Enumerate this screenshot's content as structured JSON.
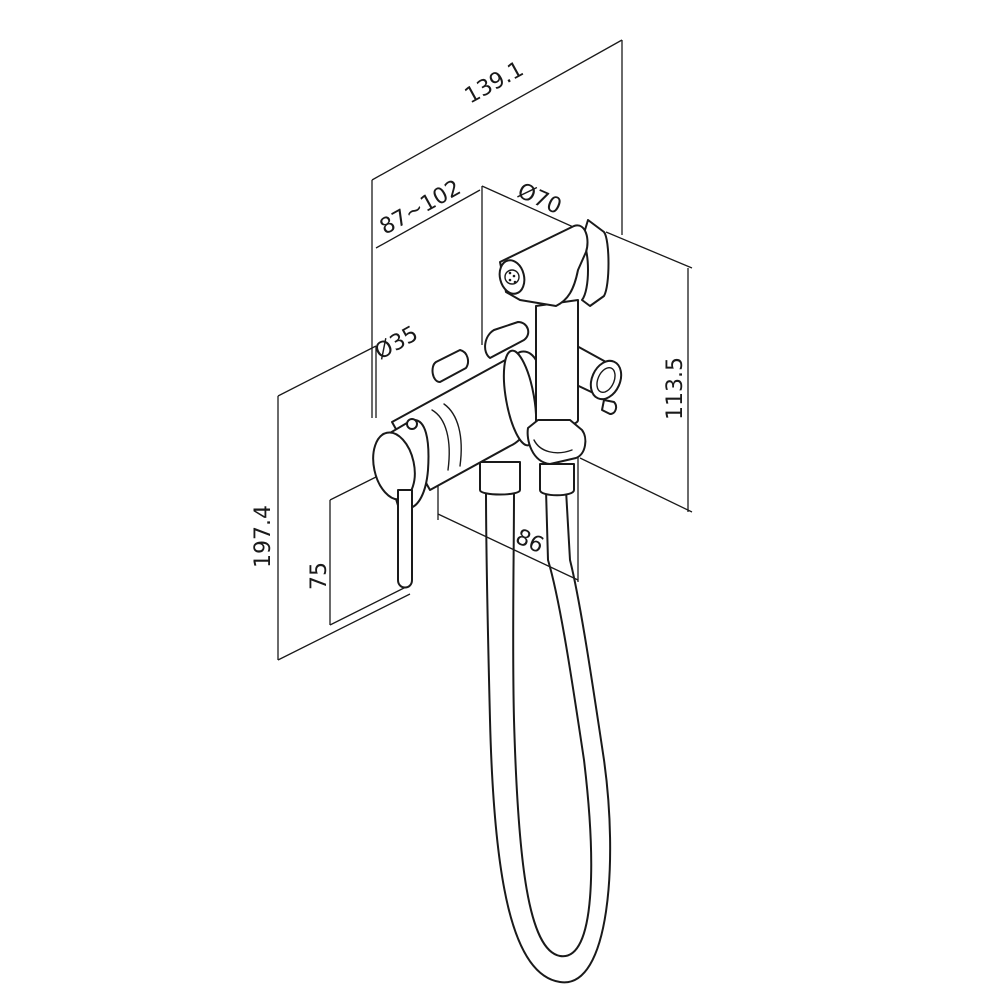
{
  "dimensions": {
    "overall_depth": "139.1",
    "wall_depth_range": "87~102",
    "holder_diameter": "Ø70",
    "handle_diameter": "Ø35",
    "holder_height": "113.5",
    "total_height": "197.4",
    "lever_length": "75",
    "body_width": "86"
  }
}
